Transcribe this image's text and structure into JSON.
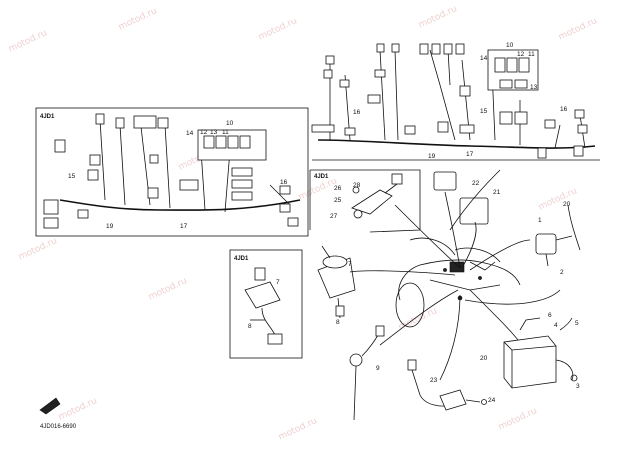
{
  "model_tag": "4JD1",
  "diagram_code": "4JD016-6690",
  "watermark": "motod.ru",
  "parts": {
    "p1": "1",
    "p2": "2",
    "p3": "3",
    "p4": "4",
    "p5": "5",
    "p6": "6",
    "p7": "7",
    "p8": "8",
    "p9": "9",
    "p10": "10",
    "p11": "11",
    "p12": "12",
    "p13": "13",
    "p14": "14",
    "p15": "15",
    "p16": "16",
    "p17": "17",
    "p19": "19",
    "p20": "20",
    "p21": "21",
    "p22": "22",
    "p23": "23",
    "p24": "24",
    "p25": "25",
    "p26": "26",
    "p27": "27",
    "p28": "28"
  },
  "colors": {
    "ink": "#111111",
    "watermark": "#e3a9a9"
  }
}
